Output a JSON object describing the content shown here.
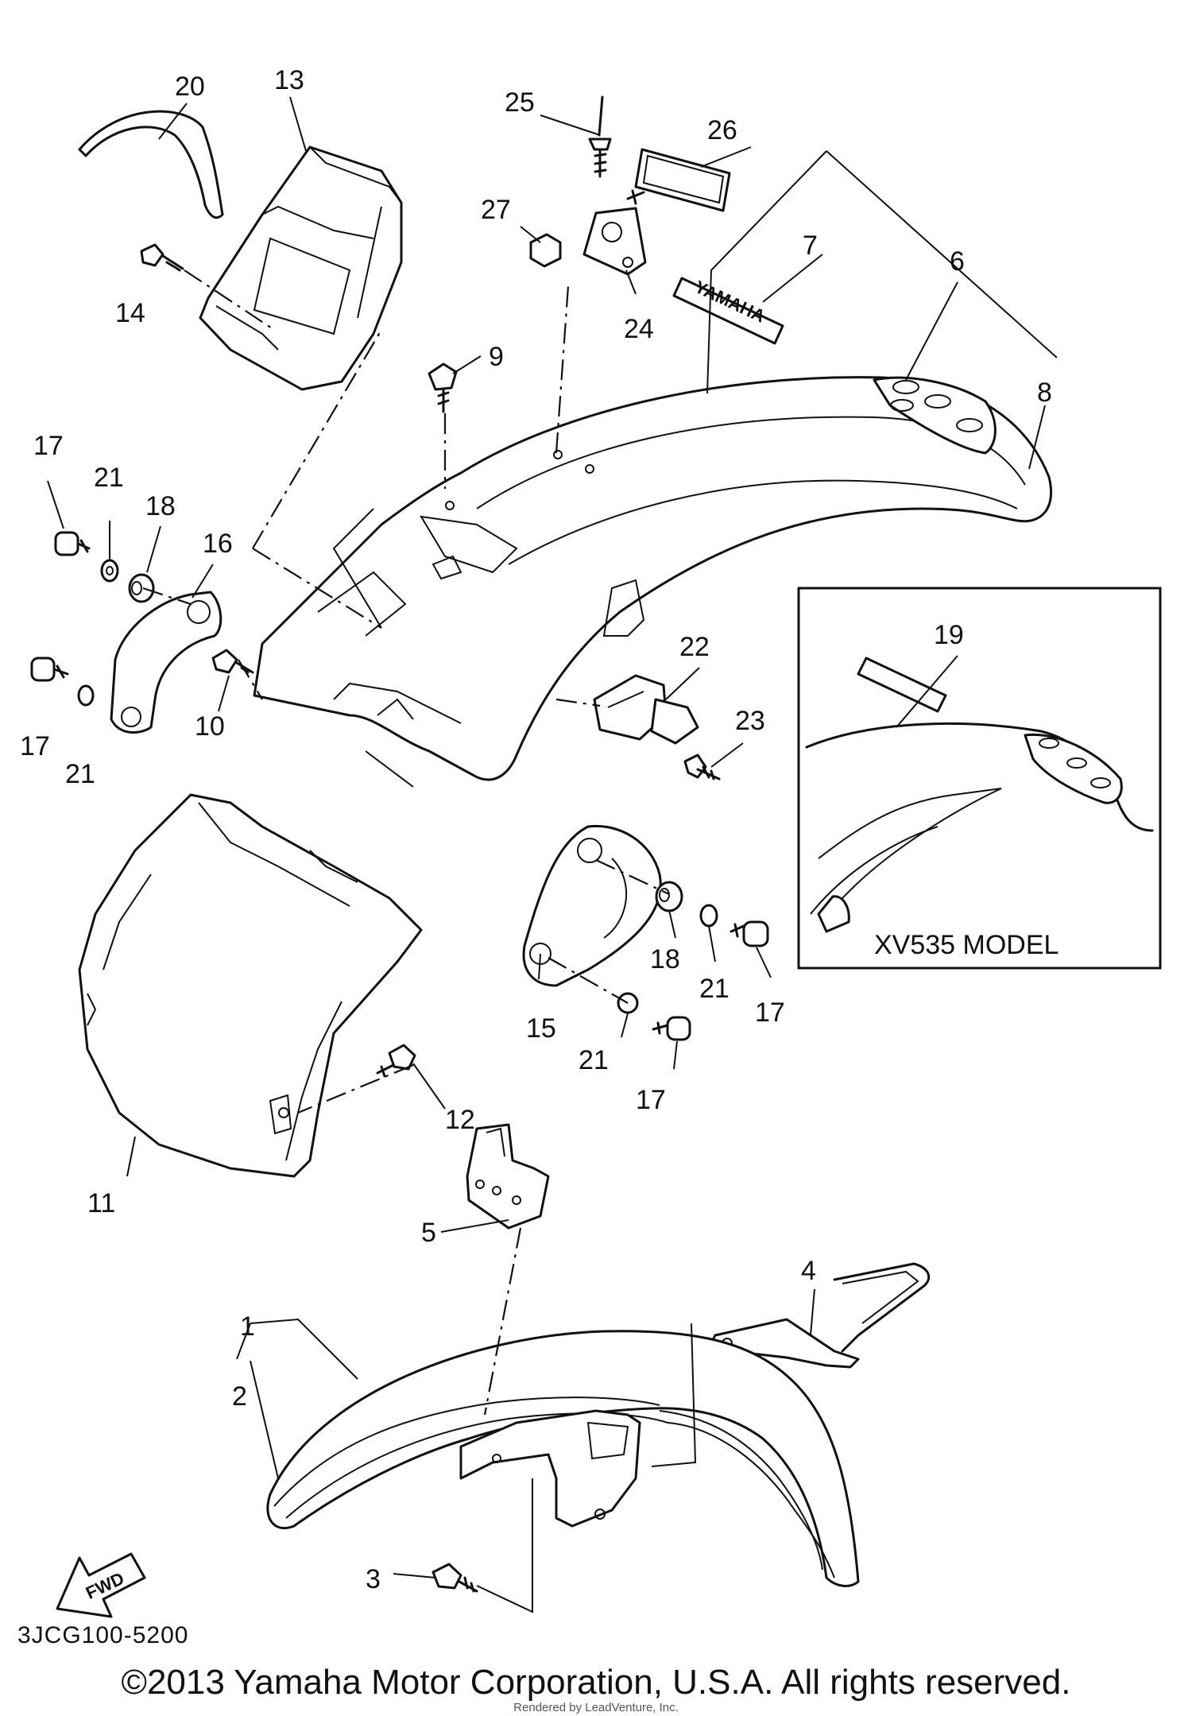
{
  "callouts": {
    "p1": "1",
    "p2": "2",
    "p3": "3",
    "p4": "4",
    "p5": "5",
    "p6": "6",
    "p7": "7",
    "p8": "8",
    "p9": "9",
    "p10": "10",
    "p11": "11",
    "p12": "12",
    "p13": "13",
    "p14": "14",
    "p15": "15",
    "p16": "16",
    "p17a": "17",
    "p17b": "17",
    "p17c": "17",
    "p17d": "17",
    "p18a": "18",
    "p18b": "18",
    "p19": "19",
    "p20": "20",
    "p21a": "21",
    "p21b": "21",
    "p21c": "21",
    "p21d": "21",
    "p22": "22",
    "p23": "23",
    "p24": "24",
    "p25": "25",
    "p26": "26",
    "p27": "27"
  },
  "inset": {
    "label": "XV535 MODEL"
  },
  "fwd_arrow": {
    "label": "FWD"
  },
  "decal": {
    "text": "YAMAHA"
  },
  "diagram_code": "3JCG100-5200",
  "copyright": "©2013 Yamaha Motor Corporation, U.S.A. All rights reserved.",
  "rendered_by": "Rendered by LeadVenture, Inc."
}
